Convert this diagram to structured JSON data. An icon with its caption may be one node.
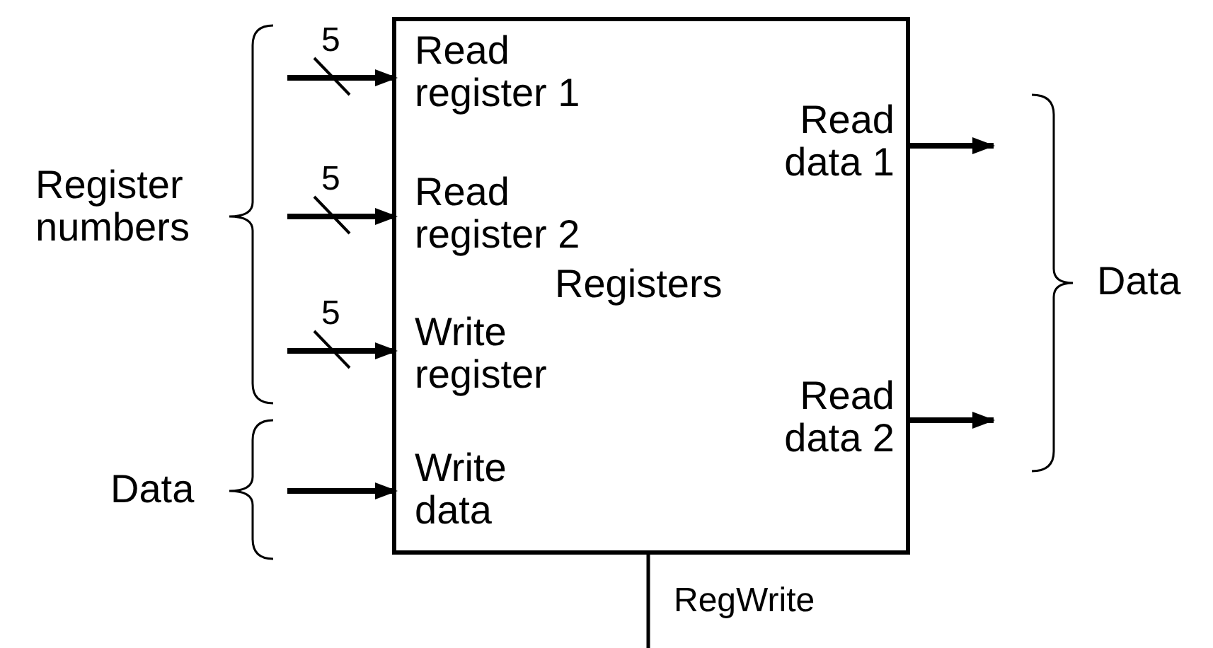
{
  "diagram": {
    "nodes": [
      {
        "text": [
          "Registers"
        ]
      },
      {
        "text": [
          "Read register 1"
        ],
        "in": 0
      },
      {
        "text": [
          "Read register 2"
        ],
        "in": 0
      },
      {
        "text": [
          "Write register"
        ],
        "in": 0
      },
      {
        "text": [
          "Write data"
        ],
        "in": 0
      },
      {
        "text": [
          "Read data 1"
        ],
        "in": 0
      },
      {
        "text": [
          "Read data 2"
        ],
        "in": 0
      }
    ],
    "edges": [
      {
        "from": null,
        "to": 1,
        "arrow": "to",
        "label": "5"
      },
      {
        "from": null,
        "to": 2,
        "arrow": "to",
        "label": "5"
      },
      {
        "from": null,
        "to": 3,
        "arrow": "to",
        "label": "5"
      },
      {
        "from": null,
        "to": 4,
        "arrow": "to"
      },
      {
        "from": 5,
        "to": null,
        "arrow": "to"
      },
      {
        "from": 6,
        "to": null,
        "arrow": "to"
      },
      {
        "from": null,
        "to": 0,
        "arrow": "none",
        "label": "RegWrite"
      }
    ],
    "labels": [
      "Register numbers",
      "Data",
      "Data"
    ]
  }
}
